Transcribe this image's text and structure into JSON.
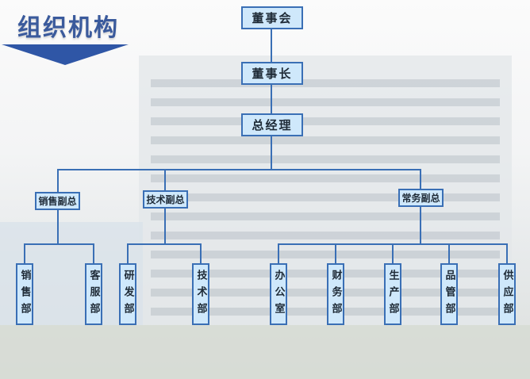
{
  "title": "组织机构",
  "top": [
    "董事会",
    "董事长",
    "总经理"
  ],
  "vps": [
    "销售副总",
    "技术副总",
    "常务副总"
  ],
  "depts": [
    "销售部",
    "客服部",
    "研发部",
    "技术部",
    "办公室",
    "财务部",
    "生产部",
    "品管部",
    "供应部"
  ],
  "colors": {
    "line": "#3a6fb5",
    "box": "#cfe8fb",
    "title": "#3a5a9c"
  }
}
